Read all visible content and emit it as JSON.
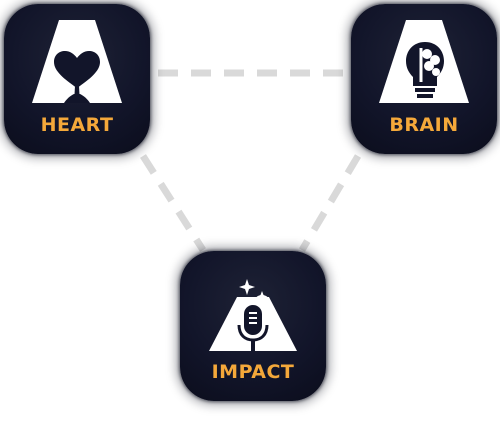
{
  "nodes": [
    {
      "id": "heart",
      "label": "HEART",
      "icon": "heart-icon"
    },
    {
      "id": "brain",
      "label": "BRAIN",
      "icon": "lightbulb-brain-icon"
    },
    {
      "id": "impact",
      "label": "IMPACT",
      "icon": "microphone-sparkle-icon"
    }
  ],
  "connections": [
    {
      "from": "heart",
      "to": "brain"
    },
    {
      "from": "heart",
      "to": "impact"
    },
    {
      "from": "brain",
      "to": "impact"
    }
  ],
  "colors": {
    "tile_background": "#12152a",
    "label": "#f4a83a",
    "mark": "#ffffff",
    "connector": "#d9d9d9"
  }
}
